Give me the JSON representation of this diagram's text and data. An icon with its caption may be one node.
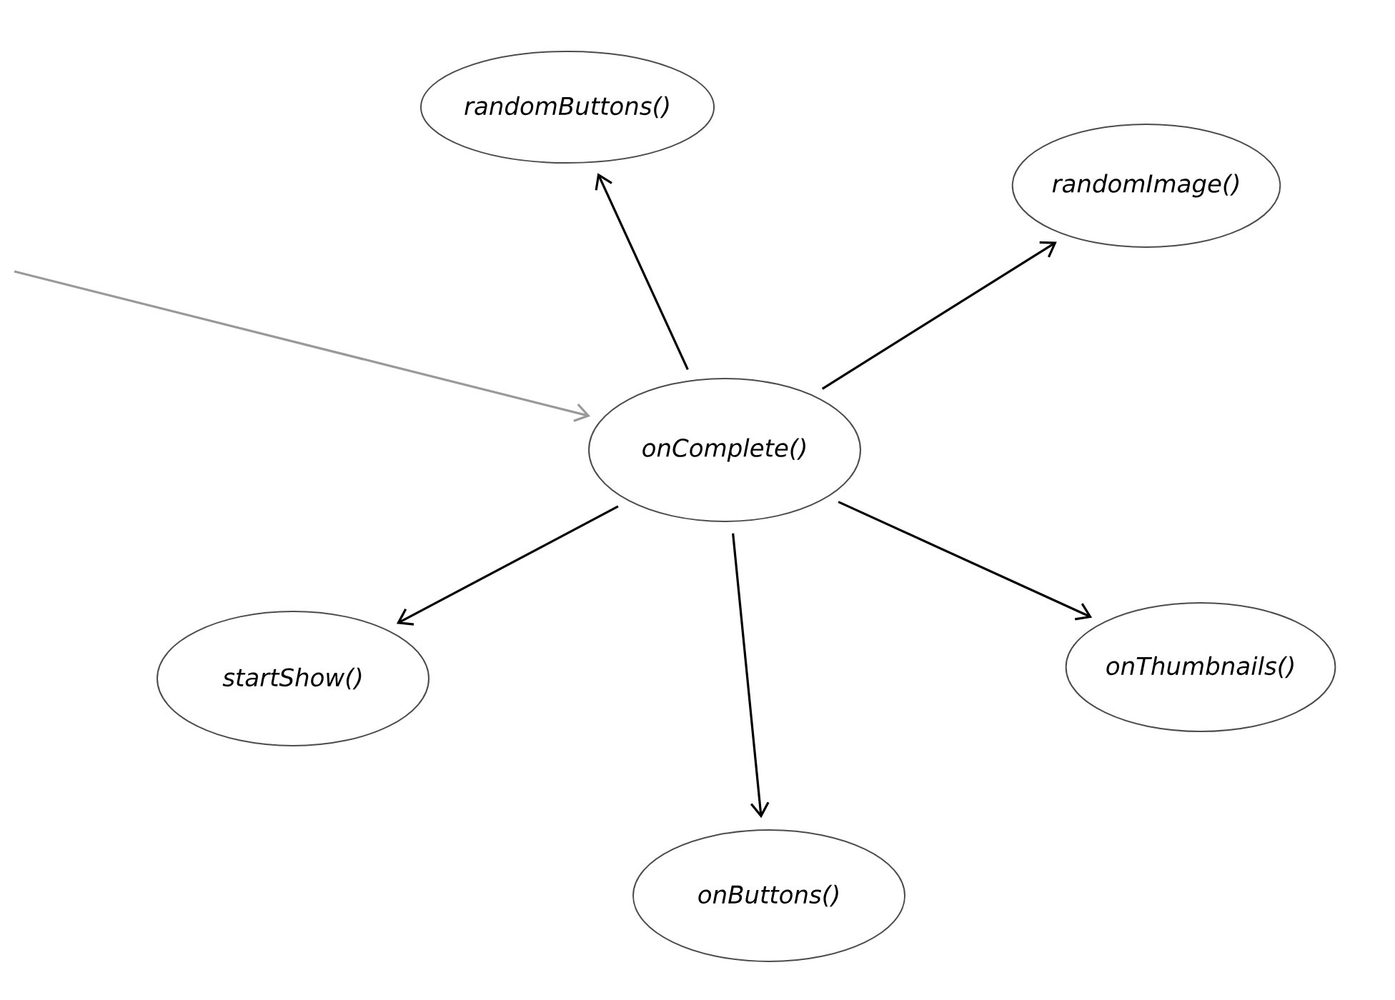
{
  "diagram": {
    "nodes": [
      {
        "text": [
          "randomButtons()"
        ]
      },
      {
        "text": [
          "randomImage()"
        ]
      },
      {
        "text": [
          "onComplete()"
        ]
      },
      {
        "text": [
          "startShow()"
        ]
      },
      {
        "text": [
          "onThumbnails()"
        ]
      },
      {
        "text": [
          "onButtons()"
        ]
      }
    ],
    "edges": [
      {
        "from": 2,
        "to": 0,
        "arrow": "to"
      },
      {
        "from": 2,
        "to": 1,
        "arrow": "to"
      },
      {
        "from": null,
        "to": 2,
        "arrow": "to",
        "color": "#999999"
      },
      {
        "from": 2,
        "to": 3,
        "arrow": "to"
      },
      {
        "from": 2,
        "to": 5,
        "arrow": "to"
      },
      {
        "from": 2,
        "to": 4,
        "arrow": "to"
      }
    ]
  }
}
